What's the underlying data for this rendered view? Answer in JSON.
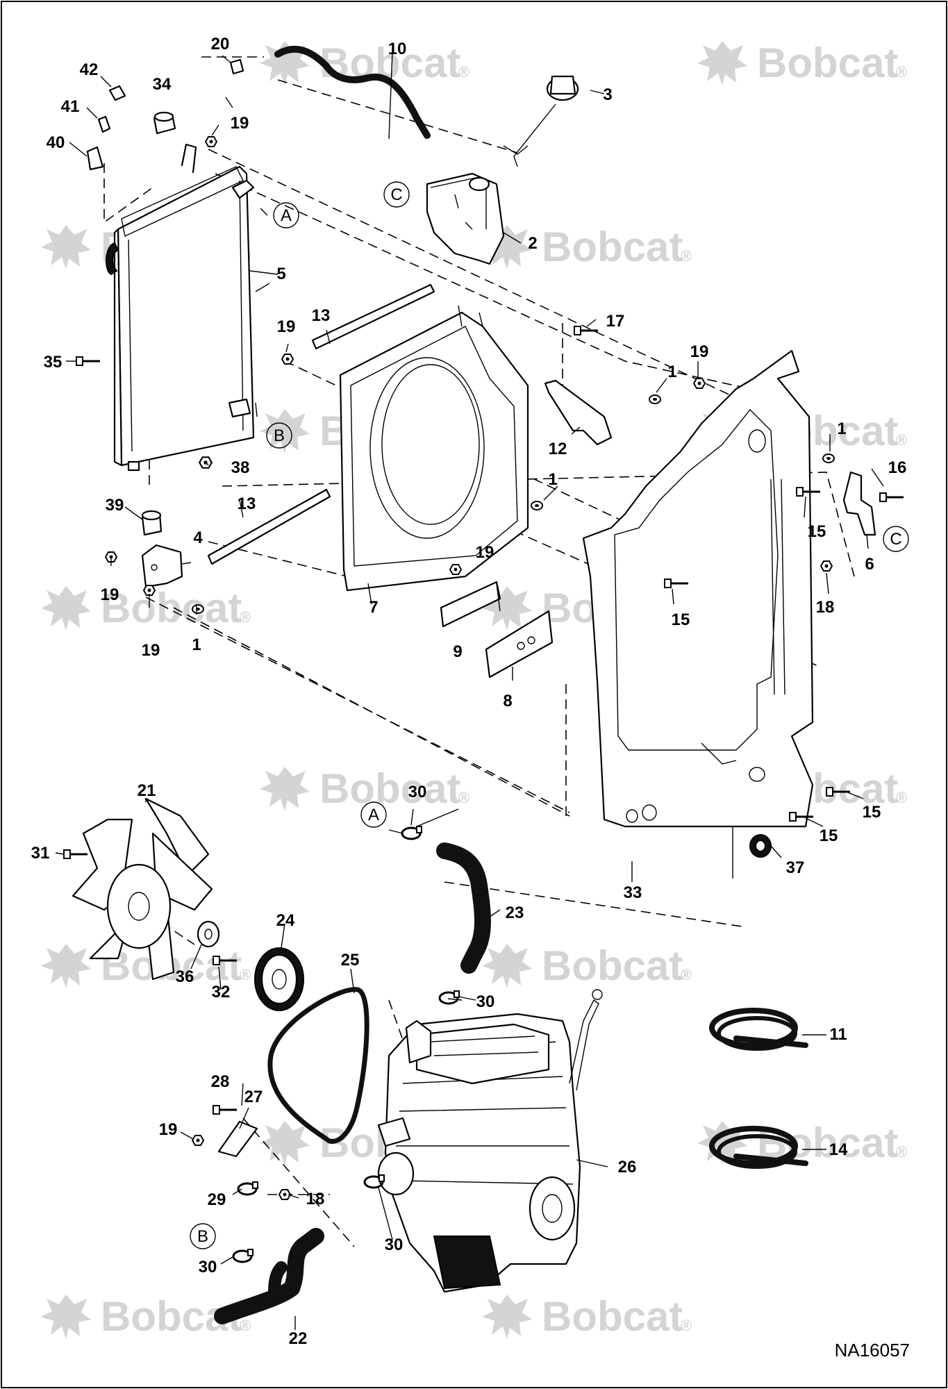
{
  "diagram": {
    "id": "NA16057",
    "watermark_text": "Bobcat",
    "watermark_symbol": "®",
    "connector_letters": {
      "a": "A",
      "b": "B",
      "c": "C"
    },
    "callouts": {
      "c1": "1",
      "c2": "2",
      "c3": "3",
      "c4": "4",
      "c5": "5",
      "c6": "6",
      "c7": "7",
      "c8": "8",
      "c9": "9",
      "c10": "10",
      "c11": "11",
      "c12": "12",
      "c13": "13",
      "c14": "14",
      "c15": "15",
      "c16": "16",
      "c17": "17",
      "c18": "18",
      "c19": "19",
      "c20": "20",
      "c21": "21",
      "c22": "22",
      "c23": "23",
      "c24": "24",
      "c25": "25",
      "c26": "26",
      "c27": "27",
      "c28": "28",
      "c29": "29",
      "c30": "30",
      "c31": "31",
      "c32": "32",
      "c33": "33",
      "c34": "34",
      "c35": "35",
      "c36": "36",
      "c37": "37",
      "c38": "38",
      "c39": "39",
      "c40": "40",
      "c41": "41",
      "c42": "42"
    }
  }
}
